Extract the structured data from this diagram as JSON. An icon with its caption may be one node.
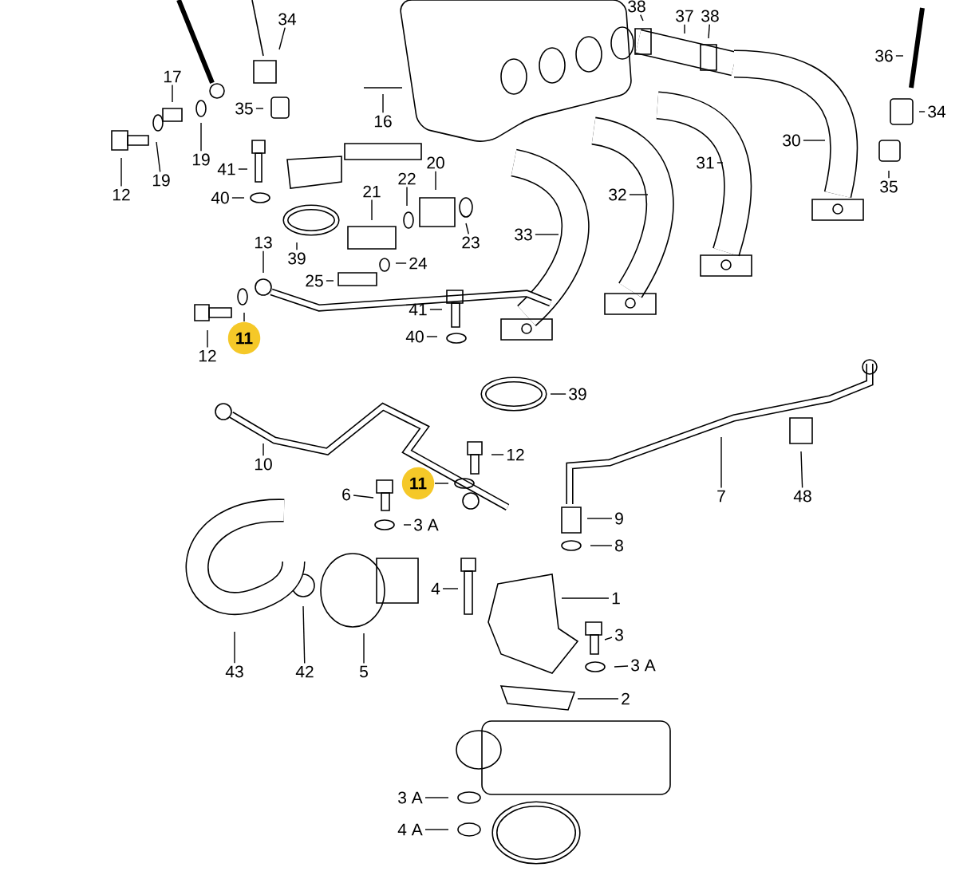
{
  "diagram": {
    "nodes": [
      {
        "text": [
          "38"
        ]
      },
      {
        "text": [
          "34"
        ]
      },
      {
        "text": [
          "37"
        ]
      },
      {
        "text": [
          "38"
        ]
      },
      {
        "text": [
          "36"
        ]
      },
      {
        "text": [
          "17"
        ]
      },
      {
        "text": [
          "35"
        ]
      },
      {
        "text": [
          "16"
        ]
      },
      {
        "text": [
          "34"
        ]
      },
      {
        "text": [
          "30"
        ]
      },
      {
        "text": [
          "19"
        ]
      },
      {
        "text": [
          "19"
        ]
      },
      {
        "text": [
          "12"
        ]
      },
      {
        "text": [
          "41"
        ]
      },
      {
        "text": [
          "40"
        ]
      },
      {
        "text": [
          "20"
        ]
      },
      {
        "text": [
          "22"
        ]
      },
      {
        "text": [
          "21"
        ]
      },
      {
        "text": [
          "31"
        ]
      },
      {
        "text": [
          "35"
        ]
      },
      {
        "text": [
          "32"
        ]
      },
      {
        "text": [
          "33"
        ]
      },
      {
        "text": [
          "23"
        ]
      },
      {
        "text": [
          "39"
        ]
      },
      {
        "text": [
          "13"
        ]
      },
      {
        "text": [
          "24"
        ]
      },
      {
        "text": [
          "25"
        ]
      },
      {
        "text": [
          "41"
        ]
      },
      {
        "text": [
          "40"
        ]
      },
      {
        "text": [
          "11"
        ]
      },
      {
        "text": [
          "12"
        ]
      },
      {
        "text": [
          "39"
        ]
      },
      {
        "text": [
          "12"
        ]
      },
      {
        "text": [
          "10"
        ]
      },
      {
        "text": [
          "11"
        ]
      },
      {
        "text": [
          "6"
        ]
      },
      {
        "text": [
          "7"
        ]
      },
      {
        "text": [
          "48"
        ]
      },
      {
        "text": [
          "9"
        ]
      },
      {
        "text": [
          "3 A"
        ]
      },
      {
        "text": [
          "8"
        ]
      },
      {
        "text": [
          "4"
        ]
      },
      {
        "text": [
          "1"
        ]
      },
      {
        "text": [
          "3"
        ]
      },
      {
        "text": [
          "3 A"
        ]
      },
      {
        "text": [
          "2"
        ]
      },
      {
        "text": [
          "43"
        ]
      },
      {
        "text": [
          "42"
        ]
      },
      {
        "text": [
          "5"
        ]
      },
      {
        "text": [
          "3 A"
        ]
      },
      {
        "text": [
          "4 A"
        ]
      }
    ],
    "edges": [
      {
        "from": 0,
        "to": null,
        "arrow": "none"
      },
      {
        "from": 1,
        "to": null,
        "arrow": "none"
      },
      {
        "from": 2,
        "to": null,
        "arrow": "none"
      },
      {
        "from": 3,
        "to": null,
        "arrow": "none"
      },
      {
        "from": 4,
        "to": null,
        "arrow": "none"
      },
      {
        "from": 5,
        "to": null,
        "arrow": "none"
      },
      {
        "from": 6,
        "to": null,
        "arrow": "none"
      },
      {
        "from": 7,
        "to": null,
        "arrow": "none"
      },
      {
        "from": 8,
        "to": null,
        "arrow": "none"
      },
      {
        "from": 9,
        "to": null,
        "arrow": "none"
      },
      {
        "from": 10,
        "to": null,
        "arrow": "none"
      },
      {
        "from": 11,
        "to": null,
        "arrow": "none"
      },
      {
        "from": 12,
        "to": null,
        "arrow": "none"
      },
      {
        "from": 13,
        "to": null,
        "arrow": "none"
      },
      {
        "from": 14,
        "to": null,
        "arrow": "none"
      },
      {
        "from": 15,
        "to": null,
        "arrow": "none"
      },
      {
        "from": 16,
        "to": null,
        "arrow": "none"
      },
      {
        "from": 17,
        "to": null,
        "arrow": "none"
      },
      {
        "from": 18,
        "to": null,
        "arrow": "none"
      },
      {
        "from": 19,
        "to": null,
        "arrow": "none"
      },
      {
        "from": 20,
        "to": null,
        "arrow": "none"
      },
      {
        "from": 21,
        "to": null,
        "arrow": "none"
      },
      {
        "from": 22,
        "to": null,
        "arrow": "none"
      },
      {
        "from": 23,
        "to": null,
        "arrow": "none"
      },
      {
        "from": 24,
        "to": null,
        "arrow": "none"
      },
      {
        "from": 25,
        "to": null,
        "arrow": "none"
      },
      {
        "from": 26,
        "to": null,
        "arrow": "none"
      },
      {
        "from": 27,
        "to": null,
        "arrow": "none"
      },
      {
        "from": 28,
        "to": null,
        "arrow": "none"
      },
      {
        "from": 29,
        "to": null,
        "arrow": "none"
      },
      {
        "from": 30,
        "to": null,
        "arrow": "none"
      },
      {
        "from": 31,
        "to": null,
        "arrow": "none"
      },
      {
        "from": 32,
        "to": null,
        "arrow": "none"
      },
      {
        "from": 33,
        "to": null,
        "arrow": "none"
      },
      {
        "from": 34,
        "to": null,
        "arrow": "none"
      },
      {
        "from": 35,
        "to": null,
        "arrow": "none"
      },
      {
        "from": 36,
        "to": null,
        "arrow": "none"
      },
      {
        "from": 37,
        "to": null,
        "arrow": "none"
      },
      {
        "from": 38,
        "to": null,
        "arrow": "none"
      },
      {
        "from": 39,
        "to": null,
        "arrow": "none"
      },
      {
        "from": 40,
        "to": null,
        "arrow": "none"
      },
      {
        "from": 41,
        "to": null,
        "arrow": "none"
      },
      {
        "from": 42,
        "to": null,
        "arrow": "none"
      },
      {
        "from": 43,
        "to": null,
        "arrow": "none"
      },
      {
        "from": 44,
        "to": null,
        "arrow": "none"
      },
      {
        "from": 45,
        "to": null,
        "arrow": "none"
      },
      {
        "from": 46,
        "to": null,
        "arrow": "none"
      },
      {
        "from": 47,
        "to": null,
        "arrow": "none"
      },
      {
        "from": 48,
        "to": null,
        "arrow": "none"
      },
      {
        "from": 49,
        "to": null,
        "arrow": "none"
      },
      {
        "from": 50,
        "to": null,
        "arrow": "none"
      }
    ]
  }
}
